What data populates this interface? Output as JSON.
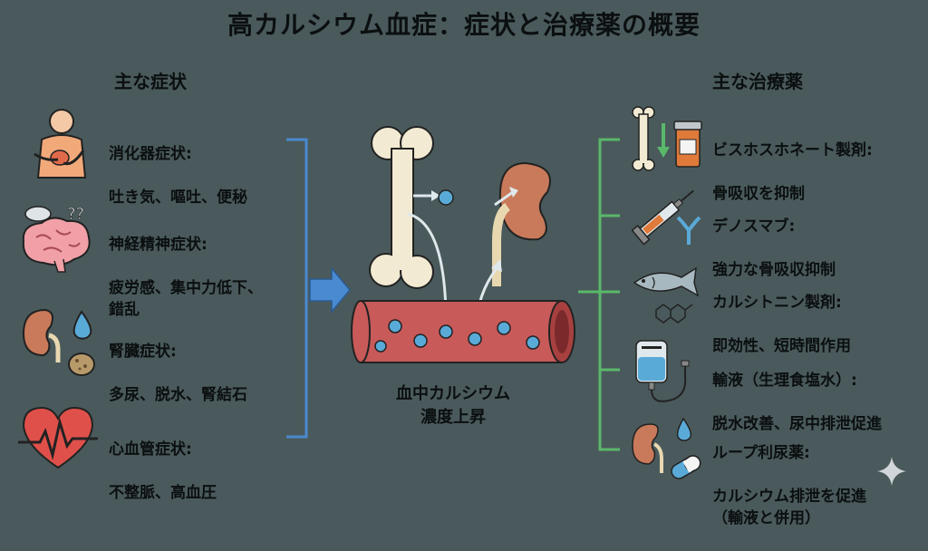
{
  "title": "高カルシウム血症：症状と治療薬の概要",
  "symptoms": {
    "heading": "主な症状",
    "items": [
      {
        "icon": "stomach-pain-icon",
        "title": "消化器症状:",
        "detail": "吐き気、嘔吐、便秘"
      },
      {
        "icon": "brain-icon",
        "title": "神経精神症状:",
        "detail": "疲労感、集中力低下、\n錯乱"
      },
      {
        "icon": "kidney-icon",
        "title": "腎臓症状:",
        "detail": "多尿、脱水、腎結石"
      },
      {
        "icon": "heart-icon",
        "title": "心血管症状:",
        "detail": "不整脈、高血圧"
      }
    ]
  },
  "center": {
    "label_line1": "血中カルシウム",
    "label_line2": "濃度上昇"
  },
  "treatments": {
    "heading": "主な治療薬",
    "items": [
      {
        "icon": "bone-medicine-icon",
        "title": "ビスホスホネート製剤:",
        "detail": "骨吸収を抑制"
      },
      {
        "icon": "syringe-antibody-icon",
        "title": "デノスマブ:",
        "detail": "強力な骨吸収抑制"
      },
      {
        "icon": "fish-molecule-icon",
        "title": "カルシトニン製剤:",
        "detail": "即効性、短時間作用"
      },
      {
        "icon": "iv-bag-icon",
        "title": "輸液（生理食塩水）:",
        "detail": "脱水改善、尿中排泄促進"
      },
      {
        "icon": "kidney-drop-pill-icon",
        "title": "ループ利尿薬:",
        "detail": "カルシウム排泄を促進\n（輸液と併用）"
      }
    ]
  },
  "colors": {
    "background": "#4a5a5c",
    "bone": "#f2ead2",
    "kidney": "#c87a5a",
    "vessel": "#c85a5a",
    "calcium_dot": "#5aaad8",
    "left_bracket": "#4a8ad0",
    "right_bracket": "#5ab86a"
  }
}
